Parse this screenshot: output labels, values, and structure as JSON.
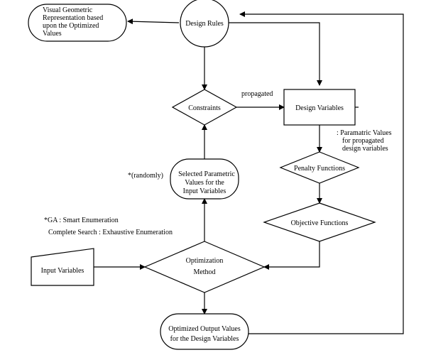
{
  "nodes": {
    "visual_representation": [
      "Visual Geometric",
      "Representation based",
      "upon the Optimized",
      "Values"
    ],
    "design_rules": [
      "Design Rules"
    ],
    "constraints": [
      "Constraints"
    ],
    "design_variables": [
      "Design Variables"
    ],
    "selected_values": [
      "Selected Parametric",
      "Values  for the",
      "Input Variables"
    ],
    "penalty_functions": [
      "Penalty Functions"
    ],
    "objective_functions": [
      "Objective Functions"
    ],
    "input_variables": [
      "Input Variables"
    ],
    "optimization_method": [
      "Optimization",
      "Method"
    ],
    "optimized_output": [
      "Optimized Output Values",
      "for the Design Variables"
    ]
  },
  "annotations": {
    "propagated": "propagated",
    "parametric_values": [
      ":  Paramatric Values",
      "for propagated",
      "design variables"
    ],
    "randomly": "*(randomly)",
    "ga": "*GA : Smart Enumeration",
    "complete_search": "Complete Search : Exhaustive Enumeration"
  }
}
